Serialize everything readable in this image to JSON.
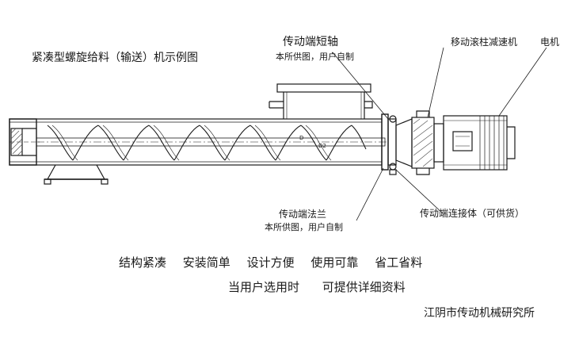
{
  "title": "紧凑型螺旋给料（输送）机示例图",
  "labels": {
    "short_shaft": "传动端短轴",
    "short_shaft_note": "本所供图，用户自制",
    "reducer": "移动滚柱减速机",
    "motor": "电机",
    "flange": "传动端法兰",
    "flange_note": "本所供图，用户自制",
    "connector": "传动端连接体（可供货）"
  },
  "features_row1": [
    "结构紧凑",
    "安装简单",
    "设计方便",
    "使用可靠",
    "省工省料"
  ],
  "features_row2": [
    "当用户选用时",
    "可提供详细资料"
  ],
  "institute": "江阴市传动机械研究所",
  "colors": {
    "line": "#1a1a1a",
    "hatch": "#555555",
    "bg": "#ffffff"
  }
}
